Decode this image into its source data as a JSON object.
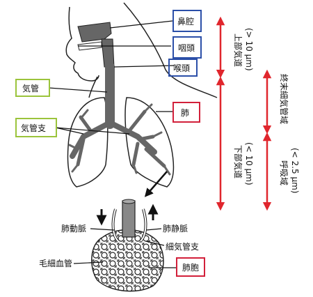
{
  "labels": {
    "nasal_cavity": "鼻腔",
    "pharynx": "咽頭",
    "larynx": "喉頭",
    "trachea": "気管",
    "bronchi": "気管支",
    "lung": "肺",
    "pulmonary_artery": "肺動脈",
    "pulmonary_vein": "肺静脈",
    "bronchiole": "細気管支",
    "capillary": "毛細血管",
    "alveolus": "肺胞"
  },
  "regions": {
    "upper_airway": "上部気道",
    "upper_airway_size": "(> 10 μm)",
    "lower_airway": "下部気道",
    "lower_airway_size": "(< 10 μm)",
    "terminal_bronchiole": "終末細気管域",
    "respiratory": "呼吸域",
    "respiratory_size": "(< 2.5 μm)"
  },
  "colors": {
    "blue_box": "#2b4fa8",
    "green_box": "#9bc43b",
    "red_box": "#d2203a",
    "red_arrow": "#e0262d",
    "organ": "#666666",
    "outline": "#222222"
  }
}
